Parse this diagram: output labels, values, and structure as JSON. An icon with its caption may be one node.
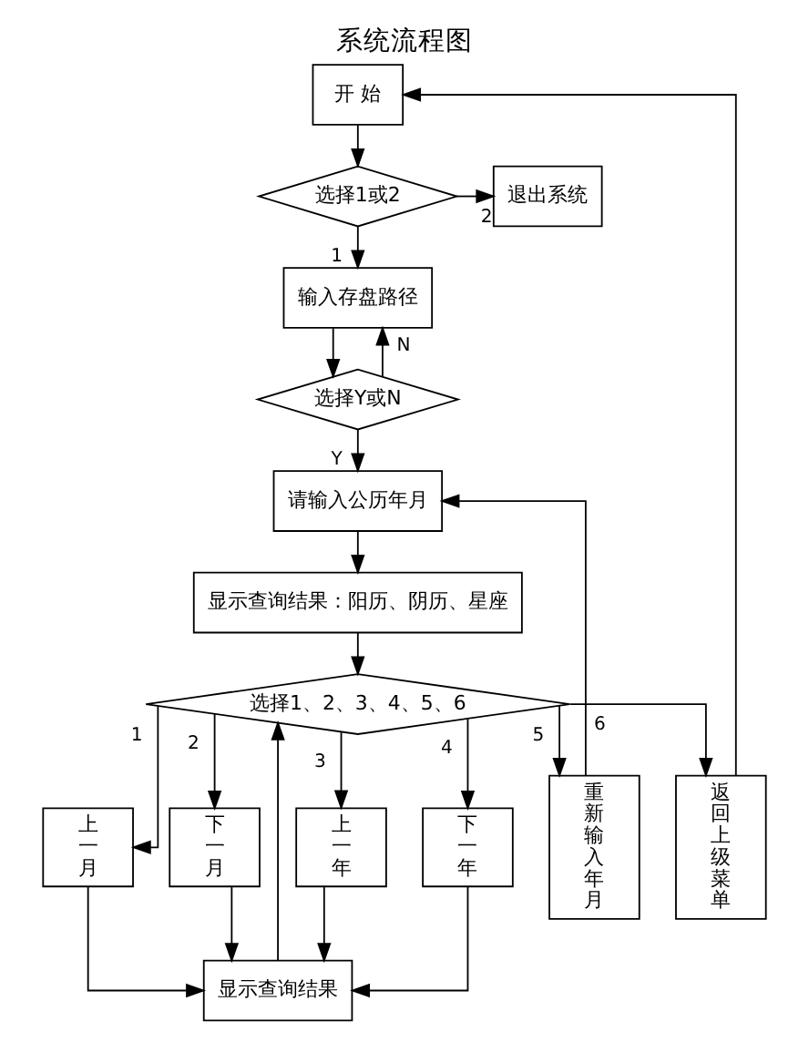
{
  "diagram": {
    "title": "系统流程图",
    "nodes": [
      {
        "text": [
          "开 始"
        ]
      },
      {
        "text": [
          "选择1或2"
        ]
      },
      {
        "text": [
          "退出系统"
        ]
      },
      {
        "text": [
          "输入存盘路径"
        ]
      },
      {
        "text": [
          "选择Y或N"
        ]
      },
      {
        "text": [
          "请输入公历年月"
        ]
      },
      {
        "text": [
          "显示查询结果：阳历、阴历、星座"
        ]
      },
      {
        "text": [
          "选择1、2、3、4、5、6"
        ]
      },
      {
        "text": [
          "上一月"
        ]
      },
      {
        "text": [
          "下一月"
        ]
      },
      {
        "text": [
          "上一年"
        ]
      },
      {
        "text": [
          "下一年"
        ]
      },
      {
        "text": [
          "重新输入年月"
        ]
      },
      {
        "text": [
          "返回上级菜单"
        ]
      },
      {
        "text": [
          "显示查询结果"
        ]
      }
    ],
    "edges": [
      {
        "from": 0,
        "to": 1,
        "arrow": "to"
      },
      {
        "from": 1,
        "to": 2,
        "arrow": "to",
        "label": "2"
      },
      {
        "from": 1,
        "to": 3,
        "arrow": "to",
        "label": "1"
      },
      {
        "from": 3,
        "to": 4,
        "arrow": "to"
      },
      {
        "from": 4,
        "to": 3,
        "arrow": "to",
        "label": "N"
      },
      {
        "from": 4,
        "to": 5,
        "arrow": "to",
        "label": "Y"
      },
      {
        "from": 5,
        "to": 6,
        "arrow": "to"
      },
      {
        "from": 6,
        "to": 7,
        "arrow": "to"
      },
      {
        "from": 7,
        "to": 8,
        "arrow": "to",
        "label": "1"
      },
      {
        "from": 7,
        "to": 9,
        "arrow": "to",
        "label": "2"
      },
      {
        "from": 7,
        "to": 10,
        "arrow": "to",
        "label": "3"
      },
      {
        "from": 7,
        "to": 11,
        "arrow": "to",
        "label": "4"
      },
      {
        "from": 7,
        "to": 12,
        "arrow": "to",
        "label": "5"
      },
      {
        "from": 7,
        "to": 13,
        "arrow": "to",
        "label": "6"
      },
      {
        "from": 8,
        "to": 14,
        "arrow": "to"
      },
      {
        "from": 9,
        "to": 14,
        "arrow": "to"
      },
      {
        "from": 10,
        "to": 14,
        "arrow": "to"
      },
      {
        "from": 11,
        "to": 14,
        "arrow": "to"
      },
      {
        "from": 14,
        "to": 7,
        "arrow": "to"
      },
      {
        "from": 12,
        "to": 5,
        "arrow": "to"
      },
      {
        "from": 13,
        "to": 0,
        "arrow": "to"
      }
    ]
  }
}
